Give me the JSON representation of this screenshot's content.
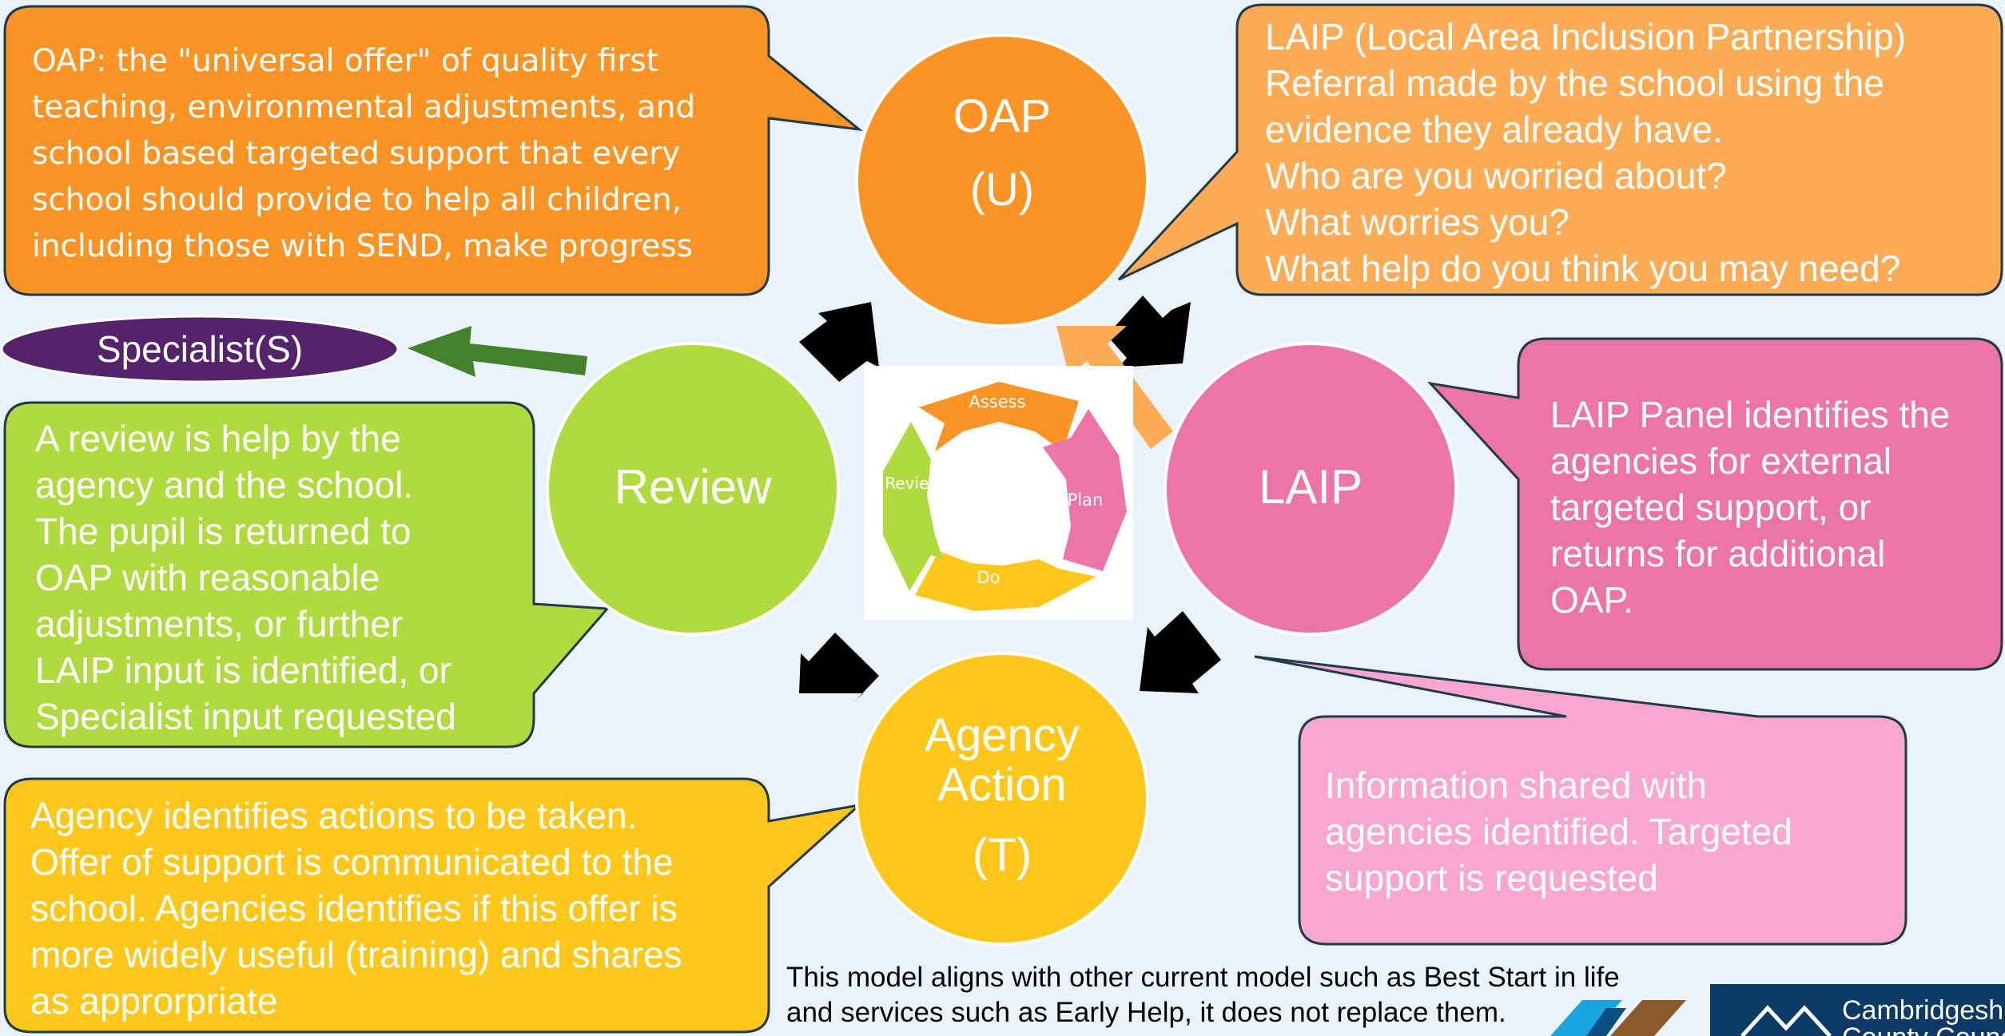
{
  "colors": {
    "background": "#eaf3fc",
    "oap_orange": "#fb9325",
    "laip_light_orange": "#fdab55",
    "laip_pink": "#ed74a7",
    "info_pink": "#f9a7d0",
    "agency_yellow": "#fec71a",
    "review_green": "#b0db3e",
    "specialist_purple": "#55236b",
    "arrow_black": "#000000",
    "arrow_green": "#43822a"
  },
  "circles": {
    "oap": {
      "line1": "OAP",
      "line2": "(U)"
    },
    "laip": {
      "label": "LAIP"
    },
    "agency": {
      "line1": "Agency",
      "line2": "Action",
      "line3": "(T)"
    },
    "review": {
      "label": "Review"
    }
  },
  "cycle": {
    "assess": "Assess",
    "plan": "Plan",
    "do": "Do",
    "review": "Review"
  },
  "specialist": {
    "label": "Specialist(S)"
  },
  "callouts": {
    "oap": [
      "OAP: the \"universal offer\" of quality first",
      "teaching, environmental adjustments, and",
      "school based targeted support that every",
      "school should provide to help all children,",
      "including those with SEND, make progress"
    ],
    "laip_referral": [
      "LAIP (Local Area Inclusion Partnership)",
      "Referral made by the school using the",
      "evidence they already have.",
      "Who are you worried about?",
      "What worries you?",
      "What help do you think you may need?"
    ],
    "laip_panel": [
      "LAIP Panel identifies the",
      "agencies for external",
      "targeted support, or",
      "returns for additional",
      "OAP."
    ],
    "info_shared": [
      "Information shared with",
      "agencies identified. Targeted",
      "support is requested"
    ],
    "review": [
      "A review is help by the",
      "agency and the school.",
      "The pupil is returned to",
      "OAP with reasonable",
      "adjustments, or further",
      "LAIP input is identified, or",
      "Specialist input requested"
    ],
    "agency": [
      "Agency  identifies actions to be taken.",
      "Offer of support is communicated to the",
      "school.  Agencies identifies if this offer is",
      "more widely useful (training) and shares",
      "as approrpriate"
    ]
  },
  "footer": {
    "line1": "This model aligns with other current model such as Best Start in life",
    "line2": "and services such as Early Help, it does not replace them."
  },
  "logo": {
    "line1": "Cambridgeshire",
    "line2": "County Council"
  }
}
